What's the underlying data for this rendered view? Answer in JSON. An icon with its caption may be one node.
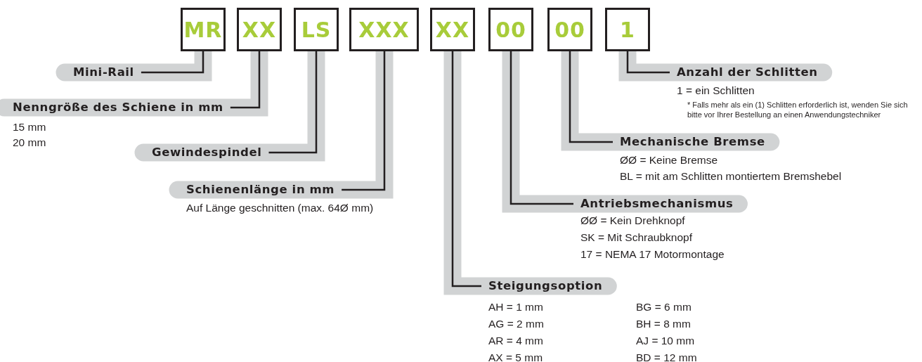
{
  "diagram": {
    "nodes": [
      {
        "text": [
          "MR"
        ]
      },
      {
        "text": [
          "XX"
        ]
      },
      {
        "text": [
          "LS"
        ]
      },
      {
        "text": [
          "XXX"
        ]
      },
      {
        "text": [
          "XX"
        ]
      },
      {
        "text": [
          "00"
        ]
      },
      {
        "text": [
          "00"
        ]
      },
      {
        "text": [
          "1"
        ]
      },
      {
        "text": [
          "Mini-Rail"
        ]
      },
      {
        "text": [
          "Nenngröße des Schiene in mm"
        ],
        "beside": [
          "15 mm",
          "20 mm"
        ]
      },
      {
        "text": [
          "Gewindespindel"
        ]
      },
      {
        "text": [
          "Schienenlänge in mm"
        ],
        "beside": [
          "Auf Länge geschnitten (max. 64Ø mm)"
        ]
      },
      {
        "text": [
          "Steigungsoption"
        ],
        "beside": [
          "AH = 1 mm",
          "BG = 6 mm",
          "AG = 2 mm",
          "BH = 8 mm",
          "AR = 4 mm",
          "AJ = 10 mm",
          "AX = 5 mm",
          "BD = 12 mm"
        ]
      },
      {
        "text": [
          "Antriebsmechanismus"
        ],
        "beside": [
          "ØØ = Kein Drehknopf",
          "SK = Mit Schraubknopf",
          "17 = NEMA 17 Motormontage"
        ]
      },
      {
        "text": [
          "Mechanische Bremse"
        ],
        "beside": [
          "ØØ = Keine Bremse",
          "BL = mit am Schlitten montiertem Bremshebel"
        ]
      },
      {
        "text": [
          "Anzahl der Schlitten"
        ],
        "beside": [
          "1 = ein Schlitten",
          "* Falls mehr als ein (1) Schlitten erforderlich ist, wenden Sie sich bitte vor Ihrer Bestellung an einen Anwendungstechniker"
        ]
      }
    ],
    "edges": [
      {
        "from": 0,
        "to": 8,
        "arrow": "none"
      },
      {
        "from": 1,
        "to": 9,
        "arrow": "none"
      },
      {
        "from": 2,
        "to": 10,
        "arrow": "none"
      },
      {
        "from": 3,
        "to": 11,
        "arrow": "none"
      },
      {
        "from": 4,
        "to": 12,
        "arrow": "none"
      },
      {
        "from": 5,
        "to": 13,
        "arrow": "none"
      },
      {
        "from": 6,
        "to": 14,
        "arrow": "none"
      },
      {
        "from": 7,
        "to": 15,
        "arrow": "none"
      }
    ]
  }
}
